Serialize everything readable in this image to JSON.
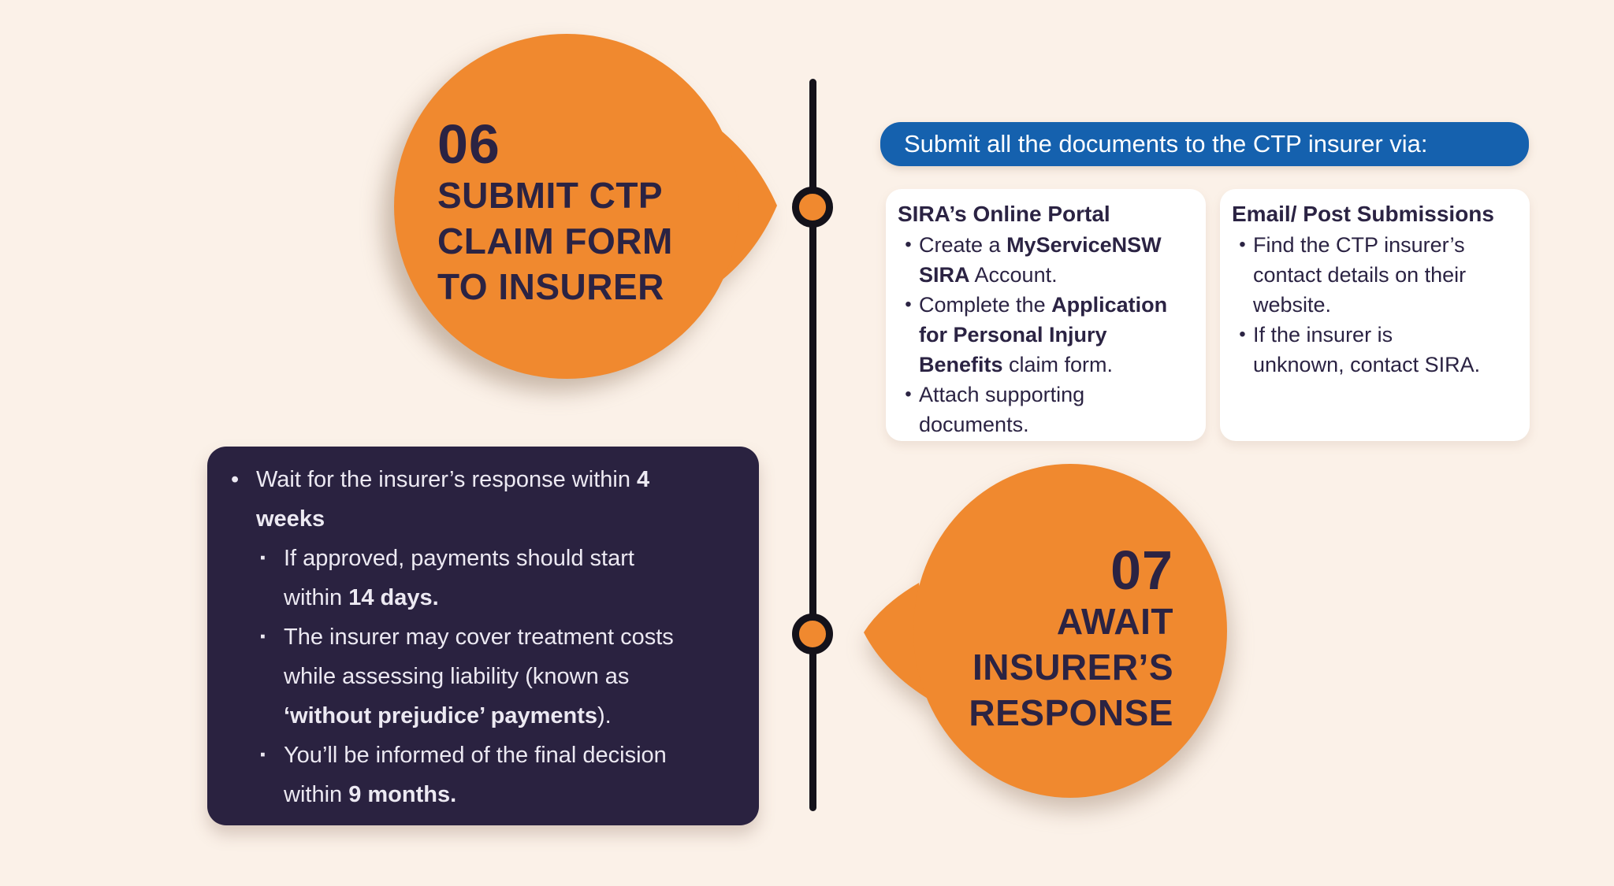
{
  "colors": {
    "background": "#FBF1E8",
    "orange": "#F0892F",
    "navy_text": "#2B2343",
    "timeline_black": "#14121A",
    "banner_blue": "#1561AE",
    "dark_card_bg": "#2A2240",
    "dark_card_text": "#ECE9F2",
    "white_card_bg": "#FFFFFF"
  },
  "step06": {
    "number": "06",
    "title_lines": [
      "SUBMIT CTP",
      "CLAIM FORM",
      "TO INSURER"
    ]
  },
  "step07": {
    "number": "07",
    "title_lines": [
      "AWAIT",
      "INSURER’S",
      "RESPONSE"
    ]
  },
  "banner": {
    "text": "Submit all the documents to the CTP insurer via:"
  },
  "portal_card": {
    "heading": "SIRA’s Online Portal",
    "bullets": [
      {
        "marker": "•",
        "segments": [
          {
            "t": "Create a "
          },
          {
            "t": "MyServiceNSW",
            "b": true
          },
          {
            "br": true
          },
          {
            "t": "SIRA",
            "b": true
          },
          {
            "t": " Account."
          }
        ]
      },
      {
        "marker": "•",
        "segments": [
          {
            "t": "Complete the "
          },
          {
            "t": "Application",
            "b": true
          },
          {
            "br": true
          },
          {
            "t": "for Personal Injury",
            "b": true
          },
          {
            "br": true
          },
          {
            "t": "Benefits",
            "b": true
          },
          {
            "t": " claim form."
          }
        ]
      },
      {
        "marker": "•",
        "segments": [
          {
            "t": "Attach supporting"
          },
          {
            "br": true
          },
          {
            "t": "documents."
          }
        ]
      }
    ]
  },
  "email_card": {
    "heading": "Email/ Post Submissions",
    "bullets": [
      {
        "marker": "•",
        "segments": [
          {
            "t": "Find the CTP insurer’s"
          },
          {
            "br": true
          },
          {
            "t": "contact details on their"
          },
          {
            "br": true
          },
          {
            "t": "website."
          }
        ]
      },
      {
        "marker": "•",
        "segments": [
          {
            "t": "If the insurer is"
          },
          {
            "br": true
          },
          {
            "t": "unknown, contact SIRA."
          }
        ]
      }
    ]
  },
  "response_card": {
    "bullets": [
      {
        "marker": "•",
        "level": 0,
        "segments": [
          {
            "t": "Wait for the insurer’s response within "
          },
          {
            "t": "4",
            "b": true
          },
          {
            "br": true
          },
          {
            "t": "weeks",
            "b": true
          }
        ]
      },
      {
        "marker": "▪",
        "level": 1,
        "segments": [
          {
            "t": "If approved, payments should start"
          },
          {
            "br": true
          },
          {
            "t": "within "
          },
          {
            "t": "14 days.",
            "b": true
          }
        ]
      },
      {
        "marker": "▪",
        "level": 1,
        "segments": [
          {
            "t": "The insurer may cover treatment costs"
          },
          {
            "br": true
          },
          {
            "t": "while assessing liability (known as"
          },
          {
            "br": true
          },
          {
            "t": "‘without prejudice’ payments",
            "b": true
          },
          {
            "t": ")."
          }
        ]
      },
      {
        "marker": "▪",
        "level": 1,
        "segments": [
          {
            "t": "You’ll be informed of the final decision"
          },
          {
            "br": true
          },
          {
            "t": "within "
          },
          {
            "t": "9 months.",
            "b": true
          }
        ]
      }
    ]
  }
}
